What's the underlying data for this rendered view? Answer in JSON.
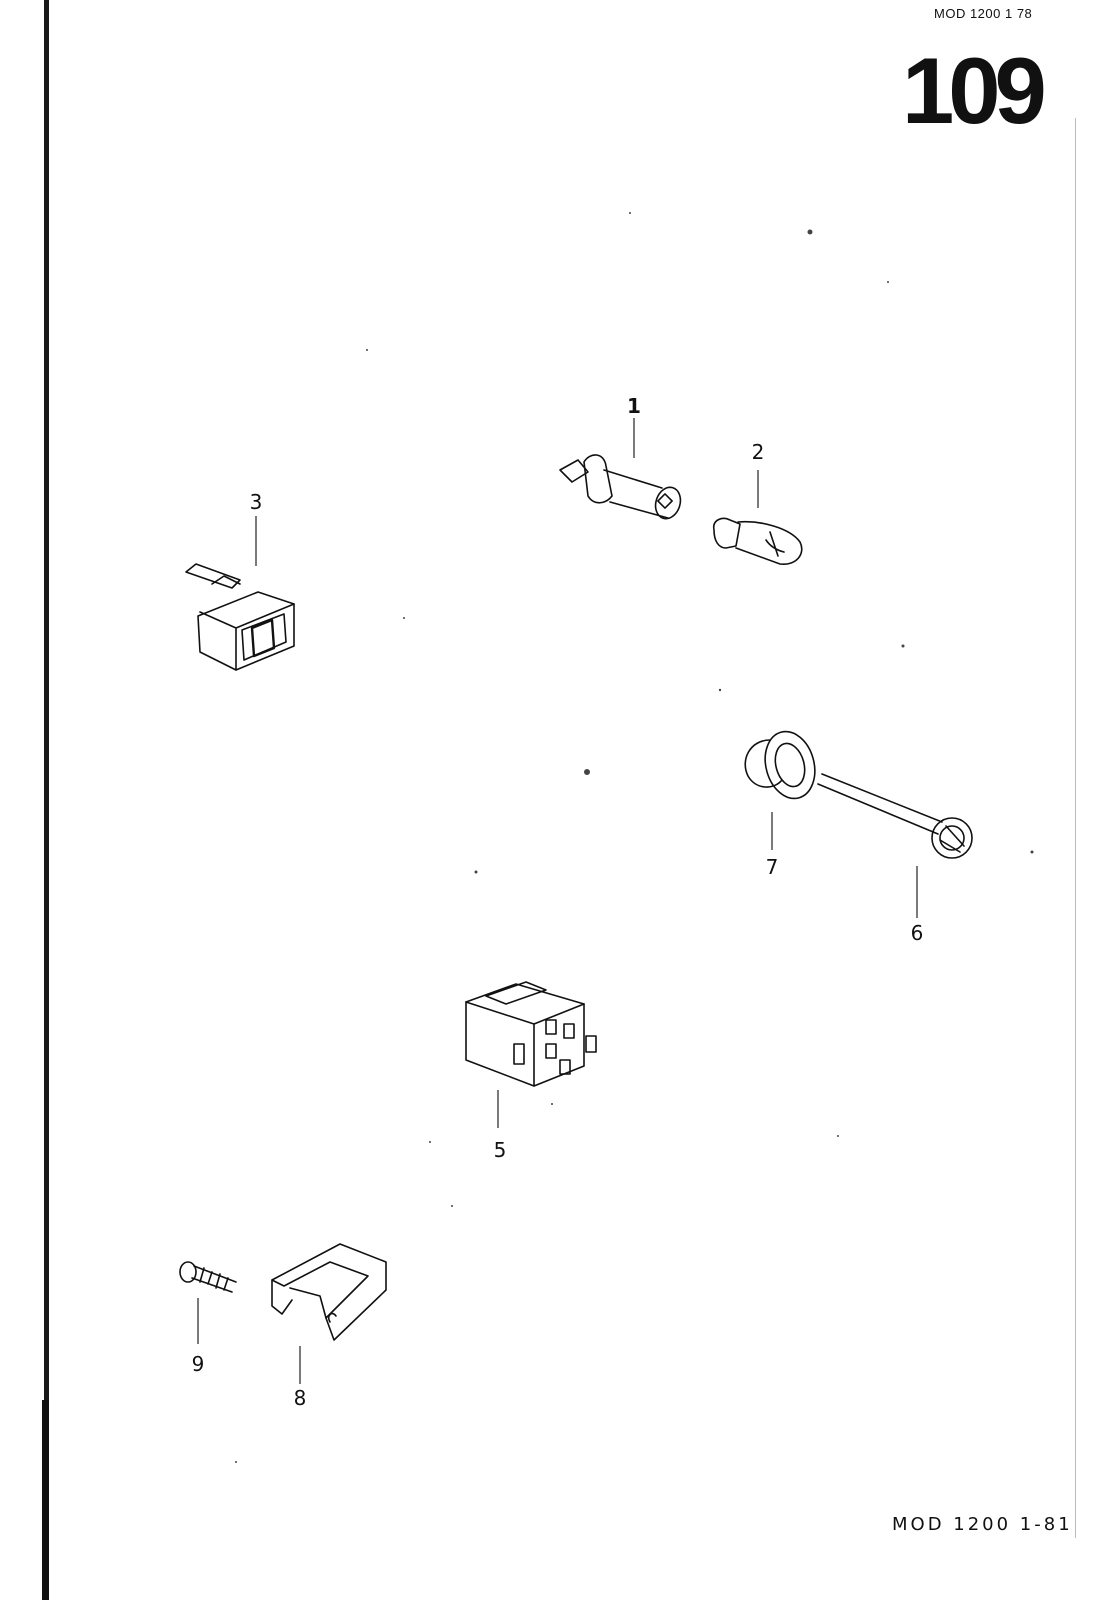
{
  "header": {
    "code": "MOD 1200  1 78",
    "plate_number": "109"
  },
  "footer": {
    "code": "MOD 1200  1-81"
  },
  "callouts": {
    "c1": "1",
    "c2": "2",
    "c3": "3",
    "c5": "5",
    "c6": "6",
    "c7": "7",
    "c8": "8",
    "c9": "9"
  }
}
